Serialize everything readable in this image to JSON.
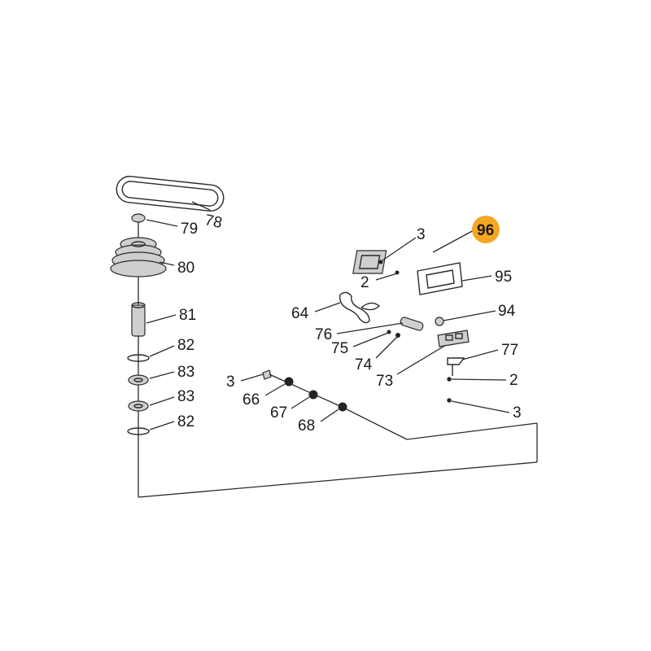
{
  "labels": {
    "l78": "78",
    "l79": "79",
    "l80": "80",
    "l81": "81",
    "l82a": "82",
    "l83a": "83",
    "l83b": "83",
    "l82b": "82",
    "l3a": "3",
    "l96": "96",
    "l2a": "2",
    "l95": "95",
    "l64": "64",
    "l94": "94",
    "l76": "76",
    "l75": "75",
    "l74": "74",
    "l73": "73",
    "l77": "77",
    "l2b": "2",
    "l3b": "3",
    "l3c": "3",
    "l66": "66",
    "l67": "67",
    "l68": "68"
  },
  "highlight": {
    "part": "96",
    "color": "#f5a623"
  }
}
